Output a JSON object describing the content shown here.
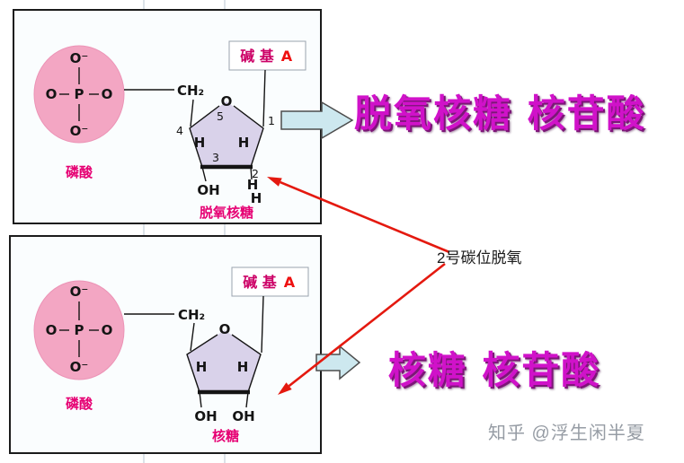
{
  "panels": {
    "top": {
      "phosphate": {
        "o_top": "O⁻",
        "o_left": "O",
        "p": "P",
        "o_right": "O",
        "o_bottom": "O⁻",
        "label": "磷酸"
      },
      "ch2": "CH₂",
      "base": {
        "name": "碱 基",
        "a": "A"
      },
      "ring": {
        "o": "O",
        "n1": "1",
        "n2": "2",
        "n3": "3",
        "n4": "4",
        "n5": "5",
        "h": "H",
        "oh": "OH",
        "label": "脱氧核糖"
      }
    },
    "bottom": {
      "phosphate": {
        "o_top": "O⁻",
        "o_left": "O",
        "p": "P",
        "o_right": "O",
        "o_bottom": "O⁻",
        "label": "磷酸"
      },
      "ch2": "CH₂",
      "base": {
        "name": "碱 基",
        "a": "A"
      },
      "ring": {
        "o": "O",
        "h": "H",
        "oh": "OH",
        "label": "核糖"
      }
    }
  },
  "labels": {
    "deoxy_product": "脱氧核糖 核苷酸",
    "ribose_product": "核糖 核苷酸",
    "note": "2号碳位脱氧",
    "watermark": "知乎 @浮生闲半夏"
  },
  "colors": {
    "phosphate_fill": "#f3a6c3",
    "ring_fill": "#d9d2ea",
    "magenta_label": "#e60073",
    "product_text": "#d012c9",
    "block_arrow_fill": "#cde8ef",
    "red_arrow": "#e4190f",
    "base_a_red": "#ee1010"
  }
}
